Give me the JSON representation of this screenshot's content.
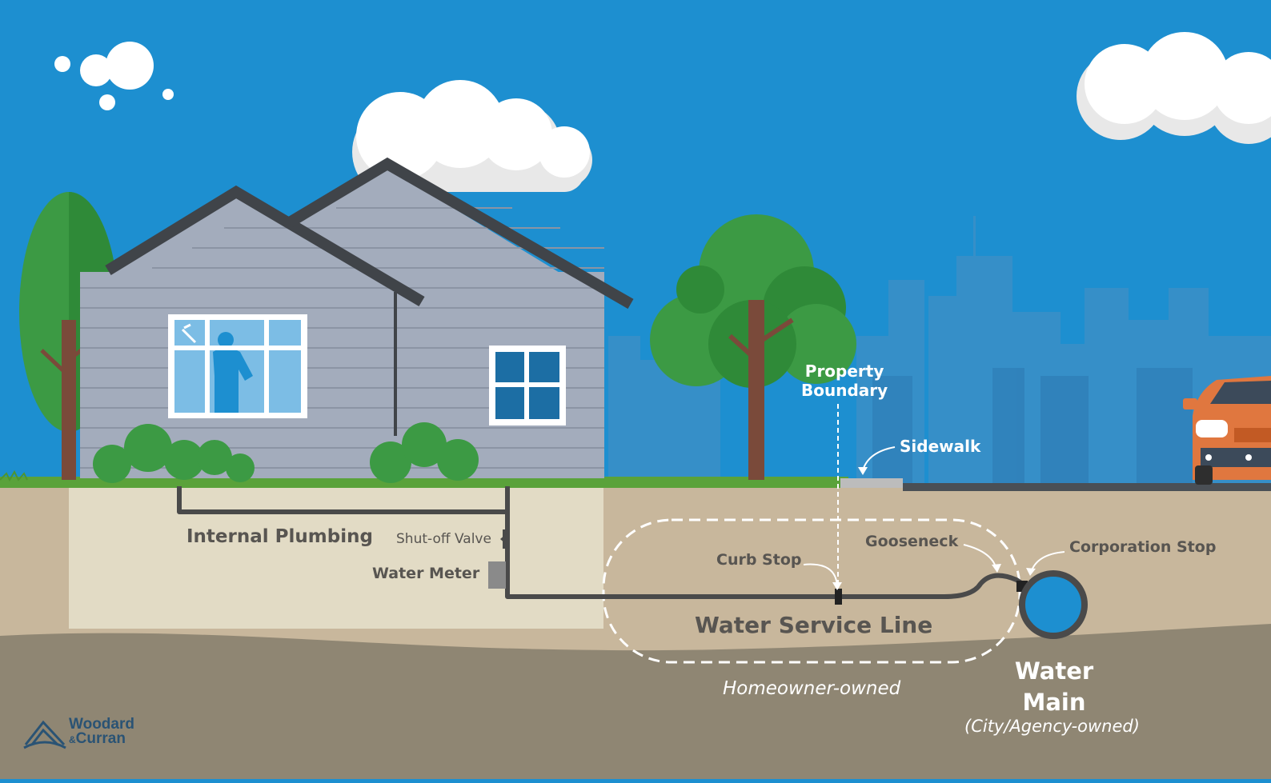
{
  "labels": {
    "property_boundary_line1": "Property",
    "property_boundary_line2": "Boundary",
    "sidewalk": "Sidewalk",
    "internal_plumbing": "Internal Plumbing",
    "shutoff_valve": "Shut-off Valve",
    "water_meter": "Water Meter",
    "curb_stop": "Curb Stop",
    "gooseneck": "Gooseneck",
    "corporation_stop": "Corporation Stop",
    "water_service_line": "Water Service Line",
    "homeowner_owned": "Homeowner-owned",
    "water_main_line1": "Water",
    "water_main_line2": "Main",
    "city_owned": "(City/Agency-owned)"
  },
  "logo": {
    "name_line1": "Woodard",
    "amp": "&",
    "name_line2": "Curran"
  },
  "colors": {
    "sky": "#1d8fd0",
    "soil": "#c8b79c",
    "deep_soil": "#8f8673",
    "house_siding": "#a3acbc",
    "roof": "#404449",
    "pipe": "#4a4a4a",
    "water_main": "#1d8fd0",
    "car": "#e0773f",
    "tree": "#3c9a44"
  },
  "icons": [
    "cloud-icon",
    "house-icon",
    "person-showering-icon",
    "tree-icon",
    "car-icon",
    "city-skyline-icon"
  ]
}
